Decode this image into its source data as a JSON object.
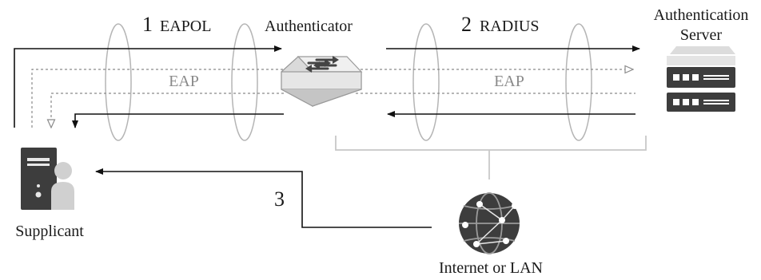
{
  "labels": {
    "step1_num": "1",
    "step1_proto": "EAPOL",
    "step2_num": "2",
    "step2_proto": "RADIUS",
    "step3_num": "3",
    "eap_left": "EAP",
    "eap_right": "EAP",
    "authenticator": "Authenticator",
    "auth_server_line1": "Authentication",
    "auth_server_line2": "Server",
    "supplicant": "Supplicant",
    "network": "Internet or LAN"
  },
  "icons": {
    "authenticator": "network-switch-icon",
    "auth_server": "server-icon",
    "supplicant": "user-workstation-icon",
    "network": "globe-network-icon"
  },
  "colors": {
    "line": "#111111",
    "dashed": "#8a8a8a",
    "ellipse": "#b5b5b5",
    "bracket": "#c8c8c8",
    "icon_dark": "#3d3d3d",
    "icon_light": "#cfcfcf"
  }
}
